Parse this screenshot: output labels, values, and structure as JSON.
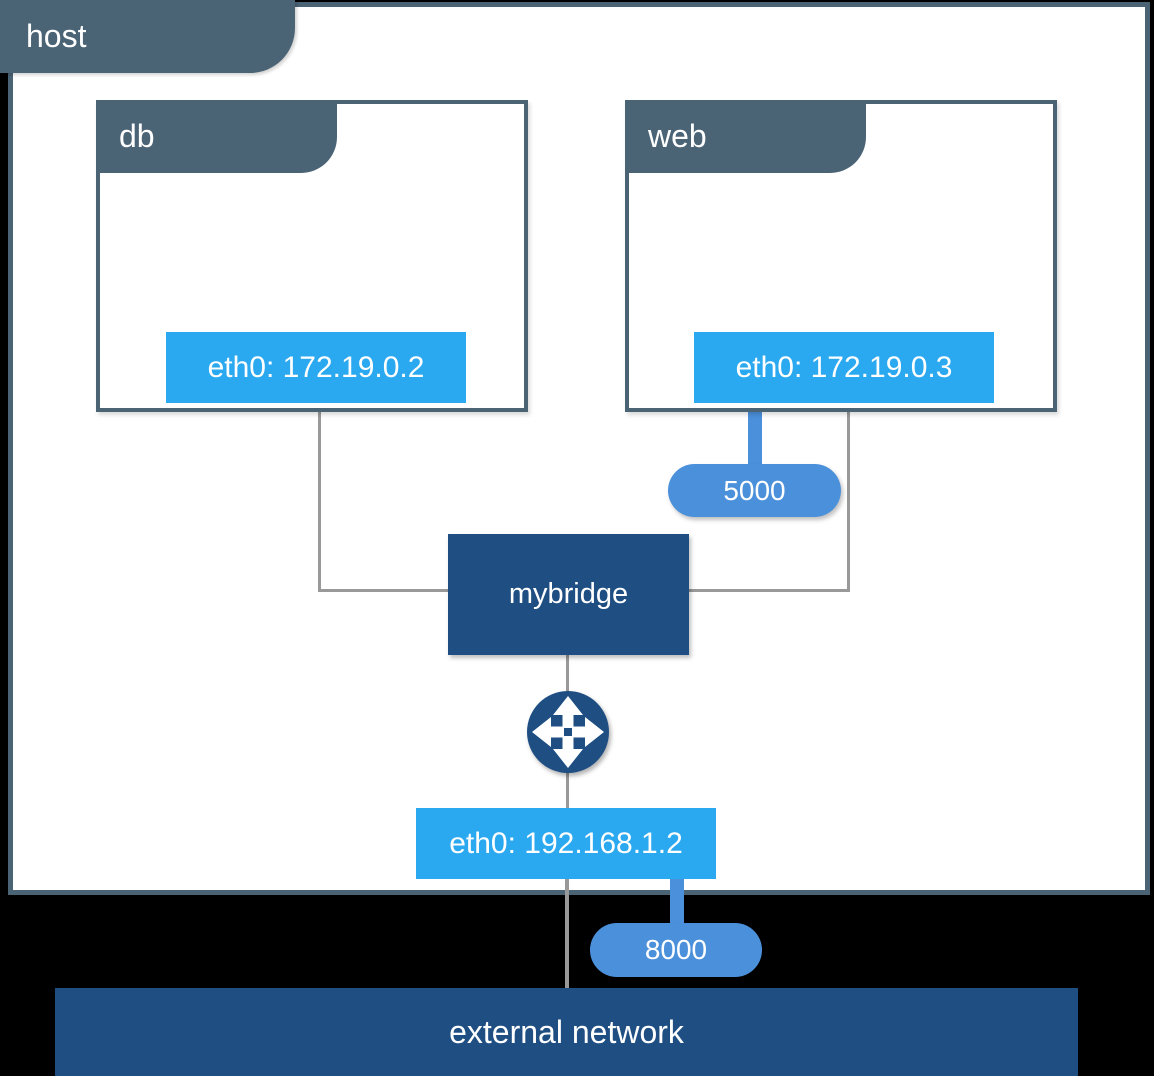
{
  "host": {
    "label": "host"
  },
  "containers": [
    {
      "name": "db",
      "eth": "eth0: 172.19.0.2"
    },
    {
      "name": "web",
      "eth": "eth0: 172.19.0.3"
    }
  ],
  "bridge": {
    "label": "mybridge"
  },
  "host_eth": {
    "label": "eth0: 192.168.1.2"
  },
  "ports": [
    {
      "label": "5000"
    },
    {
      "label": "8000"
    }
  ],
  "external_network": {
    "label": "external network"
  },
  "icons": {
    "router": "move-arrows-router-icon"
  },
  "colors": {
    "slate": "#4A6375",
    "light_blue": "#2AA8F0",
    "mid_blue": "#4B90DB",
    "navy": "#1E4E82",
    "line_gray": "#999999",
    "background": "#000000",
    "text": "#FFFFFF"
  }
}
